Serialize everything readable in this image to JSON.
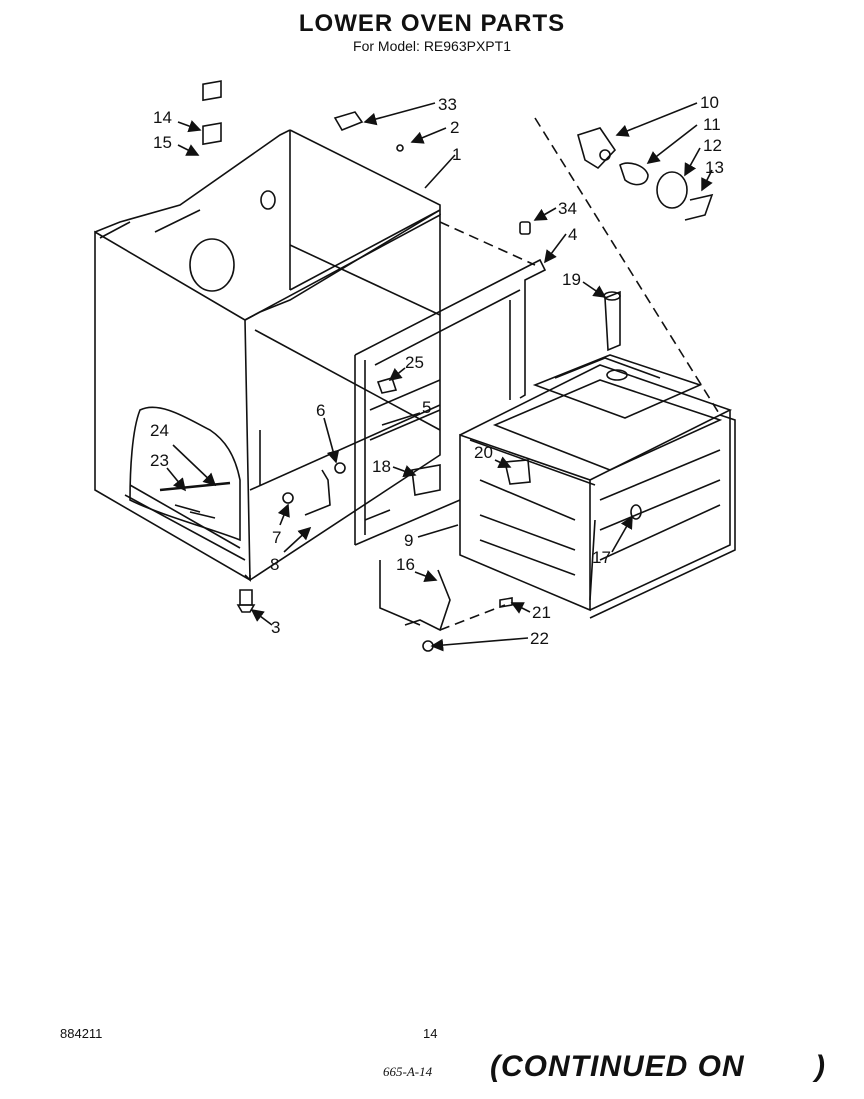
{
  "header": {
    "title": "LOWER OVEN PARTS",
    "subtitle": "For Model: RE963PXPT1"
  },
  "callouts": [
    "33",
    "2",
    "1",
    "14",
    "15",
    "10",
    "11",
    "12",
    "13",
    "34",
    "4",
    "19",
    "25",
    "5",
    "6",
    "24",
    "23",
    "18",
    "20",
    "7",
    "8",
    "9",
    "17",
    "16",
    "21",
    "22",
    "3"
  ],
  "footer": {
    "doc_number": "884211",
    "page_number": "14",
    "handwritten_code": "665-A-14",
    "continued_text": "(CONTINUED ON",
    "closing_paren": ")"
  }
}
